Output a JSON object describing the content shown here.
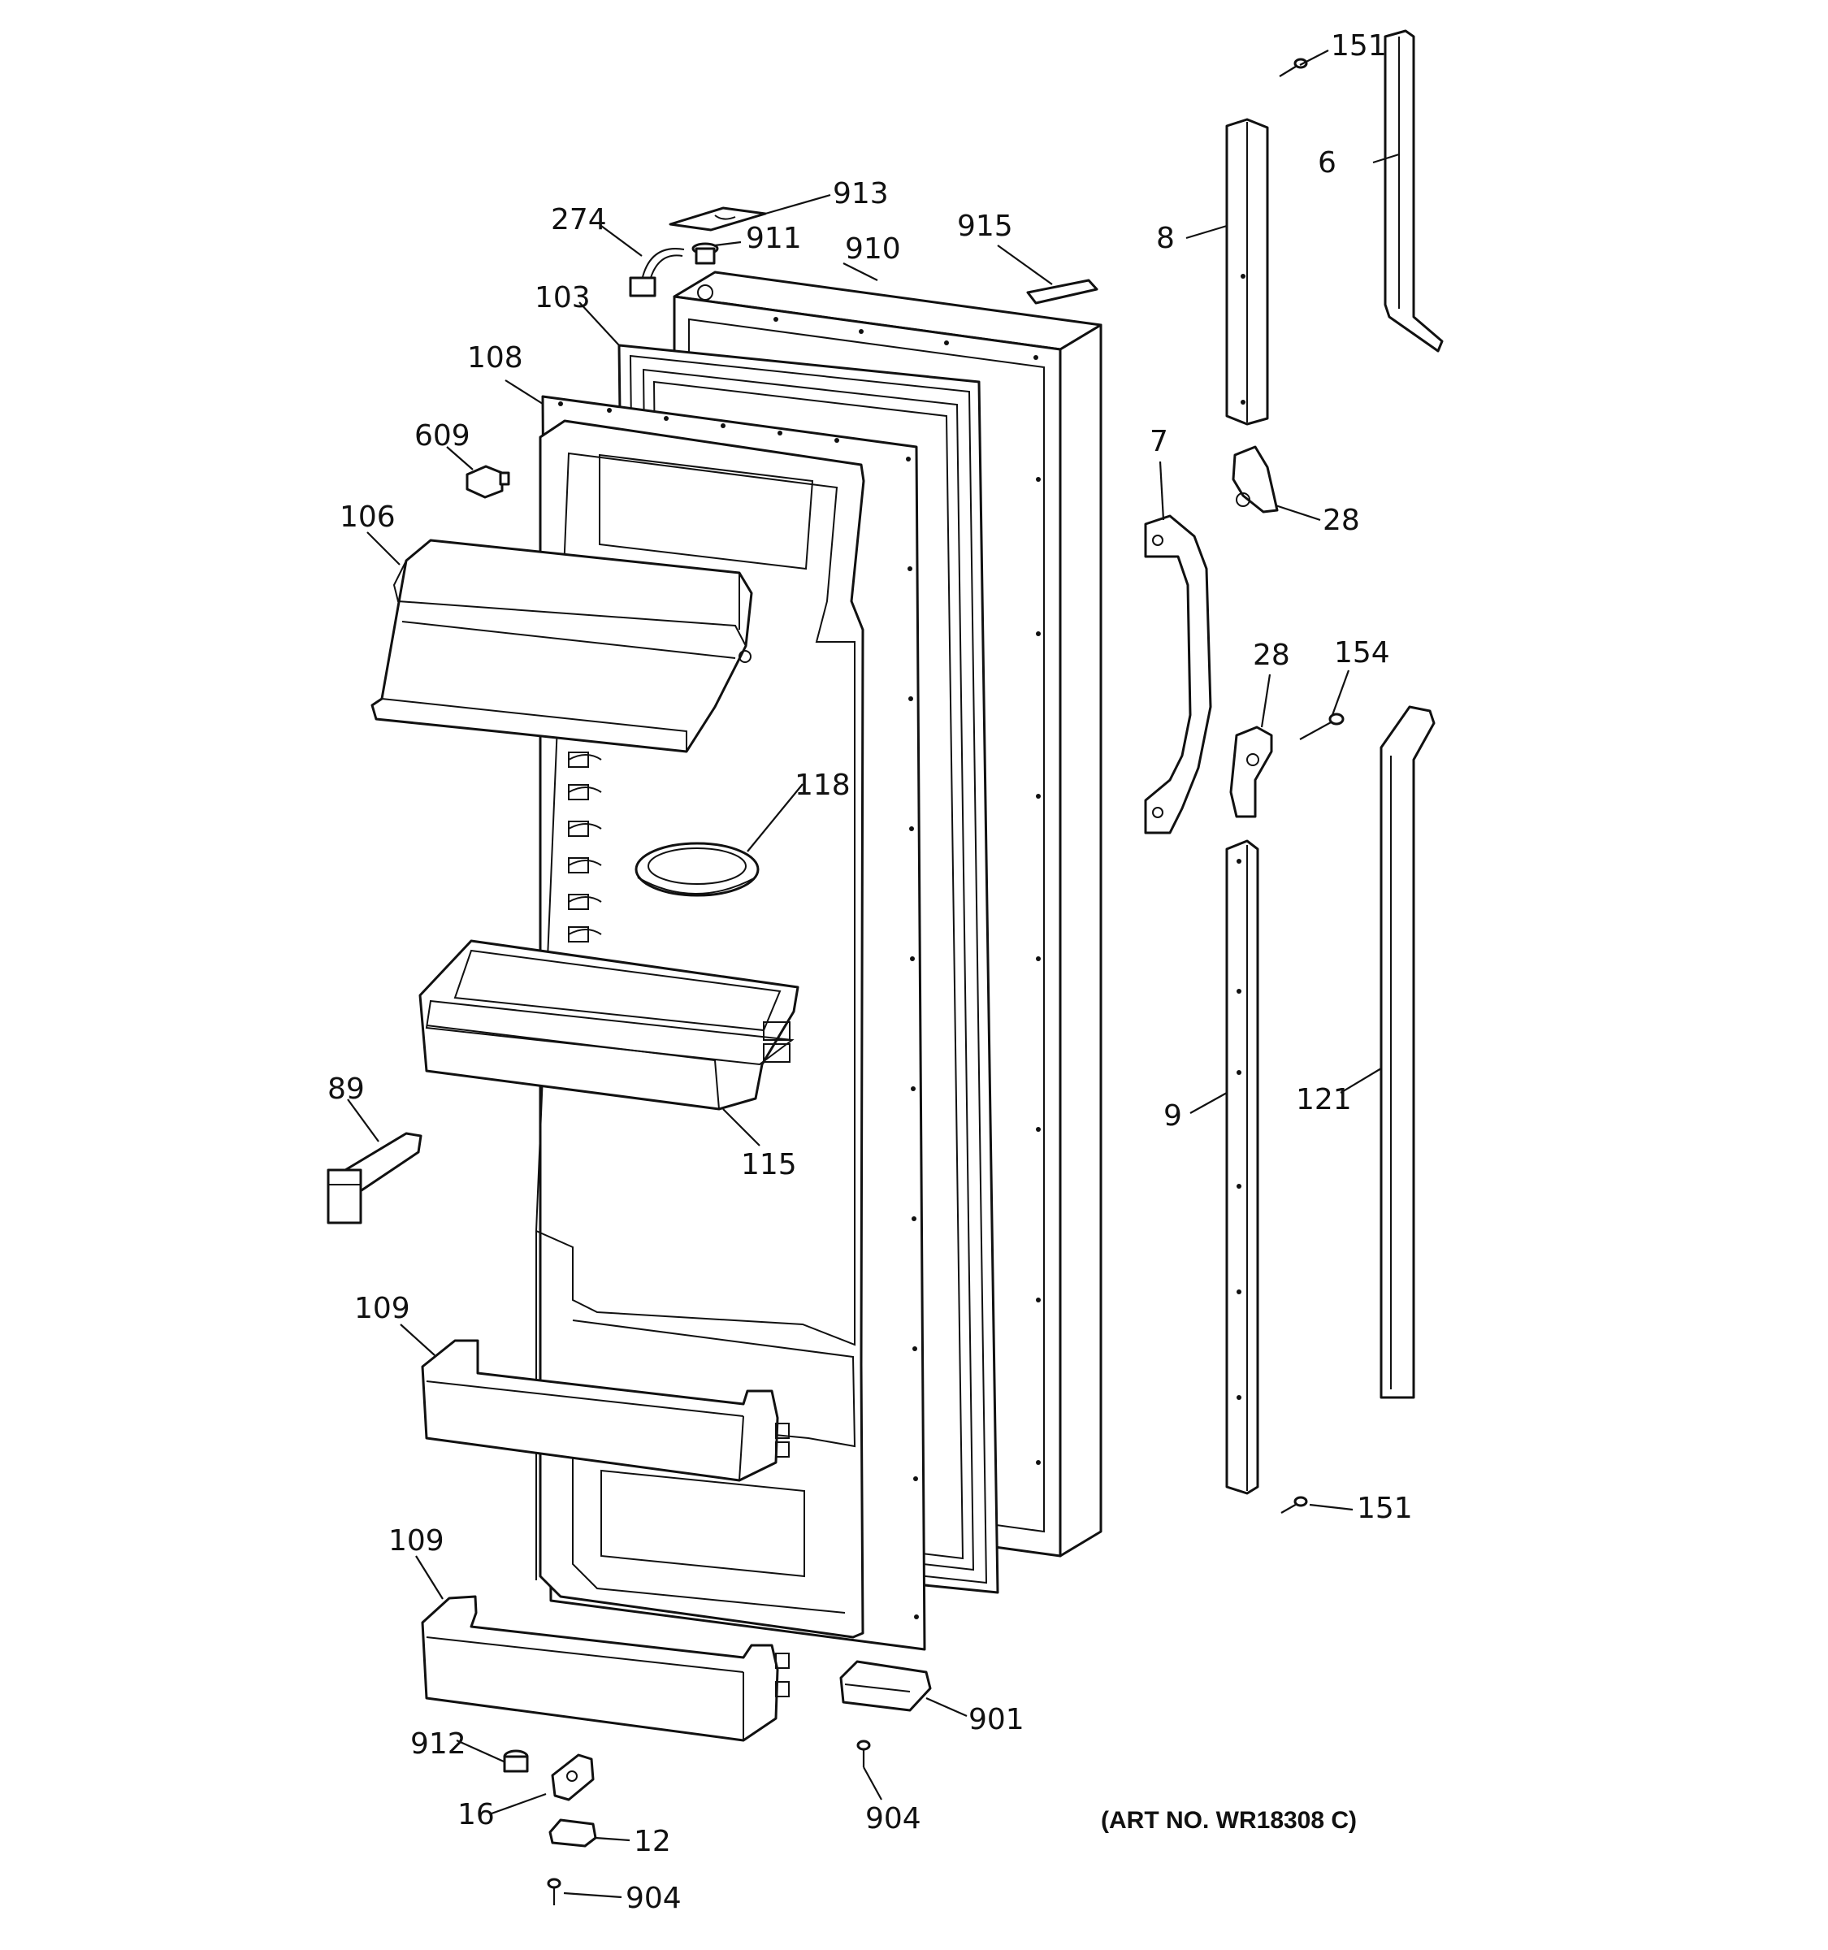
{
  "art_number": "(ART NO. WR18308 C)",
  "callouts": {
    "c151_top": "151",
    "c6": "6",
    "c8": "8",
    "c913": "913",
    "c274": "274",
    "c911": "911",
    "c915": "915",
    "c910": "910",
    "c103": "103",
    "c108": "108",
    "c609": "609",
    "c106": "106",
    "c7": "7",
    "c28_top": "28",
    "c28_mid": "28",
    "c154": "154",
    "c118": "118",
    "c89": "89",
    "c115": "115",
    "c9": "9",
    "c121": "121",
    "c109_top": "109",
    "c109_bottom": "109",
    "c151_bottom": "151",
    "c901": "901",
    "c912": "912",
    "c904_mid": "904",
    "c16": "16",
    "c12": "12",
    "c904_bottom": "904"
  }
}
